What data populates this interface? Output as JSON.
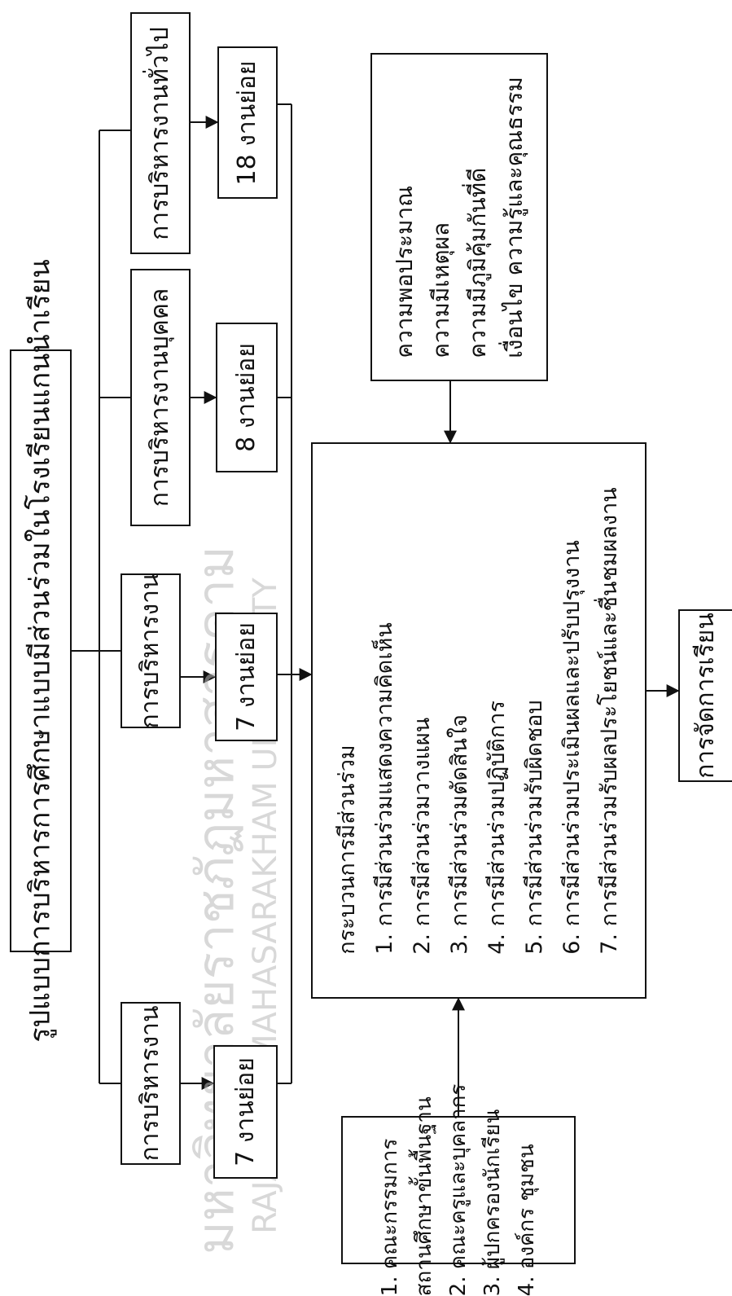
{
  "title": "รูปแบบการบริหารการศึกษาแบบมีส่วนร่วมในโรงเรียนแกนนำเรียน",
  "areas": [
    {
      "label": "การบริหารงาน",
      "sub": "7 งานย่อย"
    },
    {
      "label": "การบริหารงาน",
      "sub": "7 งานย่อย"
    },
    {
      "label": "การบริหารงานบุคคล",
      "sub": "8 งานย่อย"
    },
    {
      "label": "การบริหารงานทั่วไป",
      "sub": "18 งานย่อย"
    }
  ],
  "principles": [
    "ความพอประมาณ",
    "ความมีเหตุผล",
    "ความมีภูมิคุ้มกันที่ดี",
    "เงื่อนไข ความรู้และคุณธรรม"
  ],
  "process": {
    "heading": "กระบวนการมีส่วนร่วม",
    "items": [
      "1. การมีส่วนร่วมแสดงความคิดเห็น",
      "2. การมีส่วนร่วมวางแผน",
      "3. การมีส่วนร่วมตัดสินใจ",
      "4. การมีส่วนร่วมปฏิบัติการ",
      "5. การมีส่วนร่วมรับผิดชอบ",
      "6. การมีส่วนร่วมประเมินผลและปรับปรุงงาน",
      "7. การมีส่วนร่วมรับผลประโยชน์และชื่นชมผลงาน"
    ]
  },
  "participants": [
    "1. คณะกรรมการ",
    "สถานศึกษาขั้นพื้นฐาน",
    "2. คณะครูและบุคลากร",
    "3. ผู้ปกครองนักเรียน",
    "4. องค์กร ชุมชน"
  ],
  "outcome": "การจัดการเรียน",
  "watermark": {
    "thai": "มหาวิทยาลัยราชภัฏมหาสารคาม",
    "english": "RAJABHAT MAHASARAKHAM UNIVERSITY"
  },
  "colors": {
    "line": "#111111",
    "watermark": "#b9b9b9",
    "seal_gold": "#e8c27a",
    "seal_purple": "#8a6fb0"
  }
}
